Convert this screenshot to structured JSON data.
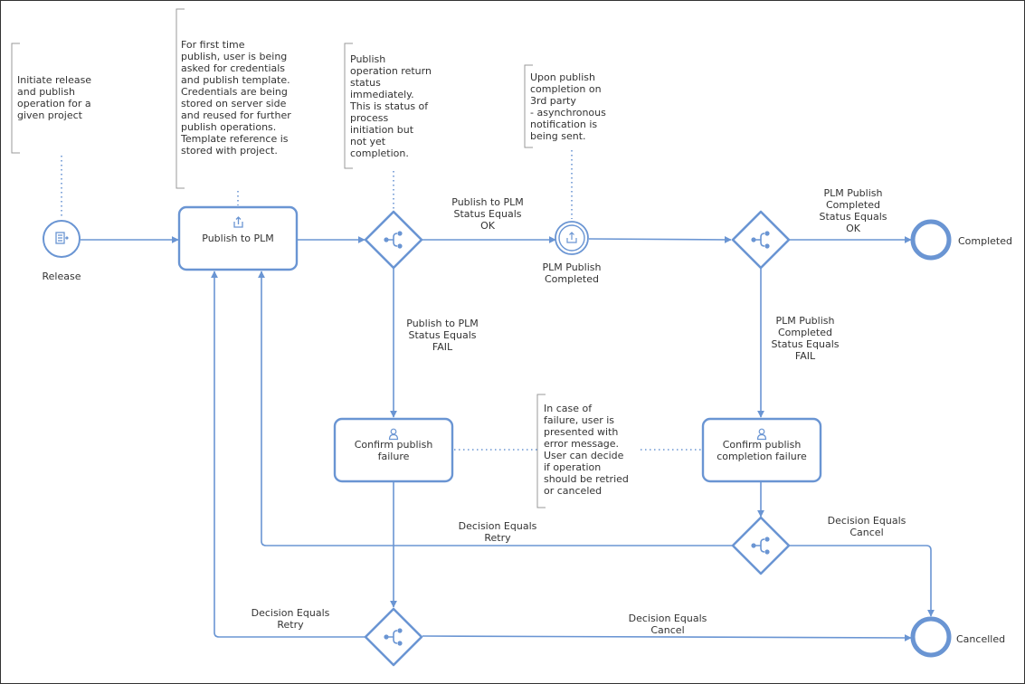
{
  "colors": {
    "accent": "#6a95d3",
    "text": "#333333",
    "bracket": "#999999"
  },
  "start_event": {
    "label": "Release",
    "icon": "document-arrow-icon"
  },
  "tasks": {
    "publish": {
      "label": "Publish to PLM",
      "icon": "upload-icon"
    },
    "confirm_publish": {
      "label_lines": [
        "Confirm publish",
        "failure"
      ],
      "icon": "user-icon"
    },
    "confirm_completion": {
      "label_lines": [
        "Confirm publish",
        "completion failure"
      ],
      "icon": "user-icon"
    }
  },
  "intermediate_event": {
    "label_lines": [
      "PLM Publish",
      "Completed"
    ],
    "icon": "upload-icon"
  },
  "end_events": {
    "completed": {
      "label": "Completed"
    },
    "cancelled": {
      "label": "Cancelled"
    }
  },
  "flow_labels": {
    "publish_ok": [
      "Publish to PLM",
      "Status Equals",
      "OK"
    ],
    "publish_fail": [
      "Publish to PLM",
      "Status Equals",
      "FAIL"
    ],
    "completed_ok": [
      "PLM Publish",
      "Completed",
      "Status Equals",
      "OK"
    ],
    "completed_fail": [
      "PLM Publish",
      "Completed",
      "Status Equals",
      "FAIL"
    ],
    "retry_upper": [
      "Decision Equals",
      "Retry"
    ],
    "cancel_upper": [
      "Decision Equals",
      "Cancel"
    ],
    "retry_lower": [
      "Decision Equals",
      "Retry"
    ],
    "cancel_lower": [
      "Decision Equals",
      "Cancel"
    ]
  },
  "annotations": {
    "release": [
      "Initiate release",
      "and publish",
      "operation for a",
      "given project"
    ],
    "credentials": [
      "For first time",
      "publish, user is being",
      "asked for credentials",
      "and publish template.",
      "Credentials are being",
      "stored on server side",
      "and reused for further",
      "publish operations.",
      "Template reference is",
      "stored with project."
    ],
    "status": [
      "Publish",
      "operation return",
      "status",
      "immediately.",
      "This is status of",
      "process",
      "initiation but",
      "not yet",
      "completion."
    ],
    "notification": [
      "Upon publish",
      "completion on",
      "3rd party",
      "- asynchronous",
      "notification is",
      "being sent."
    ],
    "failure": [
      "In case of",
      "failure, user is",
      "presented with",
      "error message.",
      "User can decide",
      "if operation",
      "should be retried",
      "or canceled"
    ]
  }
}
